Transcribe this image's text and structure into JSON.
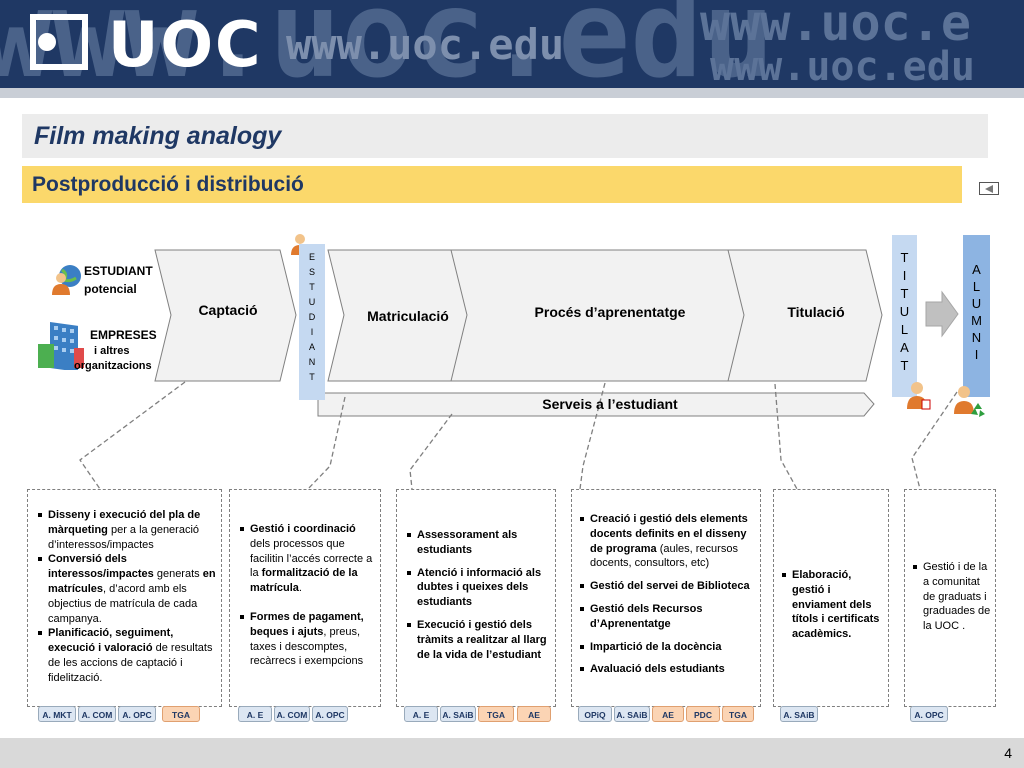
{
  "header": {
    "logo_text": "UOC",
    "logo_url": "www.uoc.edu",
    "bg_url": "www.uoc.e",
    "bg_url2": "www.uoc.edu",
    "bg_word": "www.uoc.edu"
  },
  "title": "Film making analogy",
  "subtitle": "Postproducció i distribució",
  "left_labels": {
    "estudiant_1": "ESTUDIANT",
    "estudiant_2": "potencial",
    "empreses_1": "EMPRESES",
    "empreses_2": "i altres",
    "empreses_3": "organitzacions"
  },
  "stages": {
    "captacio": "Captació",
    "matriculacio": "Matriculació",
    "proces": "Procés d’aprenentatge",
    "titulacio": "Titulació",
    "serveis": "Serveis a l’estudiant"
  },
  "vertical_labels": {
    "estudiant": [
      "E",
      "S",
      "T",
      "U",
      "D",
      "I",
      "A",
      "N",
      "T"
    ],
    "titulat": [
      "T",
      "I",
      "T",
      "U",
      "L",
      "A",
      "T"
    ],
    "alumni": [
      "A",
      "L",
      "U",
      "M",
      "N",
      "I"
    ]
  },
  "boxes": [
    {
      "items": [
        [
          {
            "t": "Disseny i execució del pla de màrqueting",
            "b": true
          },
          {
            "t": " per a la generació d’interessos/impactes",
            "b": false
          }
        ],
        [
          {
            "t": "Conversió dels interessos/impactes",
            "b": true
          },
          {
            "t": " generats ",
            "b": false
          },
          {
            "t": "en matrícules",
            "b": true
          },
          {
            "t": ", d’acord amb els objectius de matrícula de cada campanya.",
            "b": false
          }
        ],
        [
          {
            "t": "Planificació, seguiment, execució  i valoració",
            "b": true
          },
          {
            "t": " de resultats de les accions de captació i fidelització.",
            "b": false
          }
        ]
      ],
      "tags": [
        {
          "label": "A. MKT",
          "kind": "blue"
        },
        {
          "label": "A. COM",
          "kind": "blue"
        },
        {
          "label": "A. OPC",
          "kind": "blue"
        },
        {
          "label": "TGA",
          "kind": "orange"
        }
      ]
    },
    {
      "items": [
        [
          {
            "t": "Gestió i coordinació",
            "b": true
          },
          {
            "t": " dels processos que facilitin l’accés correcte a la ",
            "b": false
          },
          {
            "t": "formalització de la matrícula",
            "b": true
          },
          {
            "t": ".",
            "b": false
          }
        ],
        [
          {
            "t": "Formes de pagament, beques i ajuts",
            "b": true
          },
          {
            "t": ", preus, taxes i descomptes, recàrrecs i exempcions",
            "b": false
          }
        ]
      ],
      "tags": [
        {
          "label": "A. E",
          "kind": "blue"
        },
        {
          "label": "A. COM",
          "kind": "blue"
        },
        {
          "label": "A. OPC",
          "kind": "blue"
        }
      ]
    },
    {
      "items": [
        [
          {
            "t": "Assessorament als estudiants",
            "b": true
          }
        ],
        [
          {
            "t": "Atenció i informació als dubtes i queixes dels estudiants",
            "b": true
          }
        ],
        [
          {
            "t": "Execució i gestió dels tràmits a realitzar al llarg de la vida de l’estudiant",
            "b": true
          }
        ]
      ],
      "tags": [
        {
          "label": "A. E",
          "kind": "blue"
        },
        {
          "label": "A. SAiB",
          "kind": "blue"
        },
        {
          "label": "TGA",
          "kind": "orange"
        },
        {
          "label": "AE",
          "kind": "orange"
        }
      ]
    },
    {
      "items": [
        [
          {
            "t": "Creació i gestió dels elements docents definits en el disseny de programa",
            "b": true
          },
          {
            "t": " (aules, recursos docents, consultors, etc)",
            "b": false
          }
        ],
        [
          {
            "t": "Gestió del servei de Biblioteca",
            "b": true
          }
        ],
        [
          {
            "t": "Gestió dels Recursos d’Aprenentatge",
            "b": true
          }
        ],
        [
          {
            "t": "Impartició de la docència",
            "b": true
          }
        ],
        [
          {
            "t": "Avaluació dels estudiants",
            "b": true
          }
        ]
      ],
      "tags": [
        {
          "label": "OPiQ",
          "kind": "blue"
        },
        {
          "label": "A. SAiB",
          "kind": "blue"
        },
        {
          "label": "AE",
          "kind": "orange"
        },
        {
          "label": "PDC",
          "kind": "orange"
        },
        {
          "label": "TGA",
          "kind": "orange"
        }
      ]
    },
    {
      "items": [
        [
          {
            "t": "Elaboració, gestió i enviament dels títols i certificats acadèmics.",
            "b": true
          }
        ]
      ],
      "tags": [
        {
          "label": "A. SAiB",
          "kind": "blue"
        }
      ]
    },
    {
      "items": [
        [
          {
            "t": "Gestió i de la a comunitat de graduats i graduades de la UOC .",
            "b": false
          }
        ]
      ],
      "tags": [
        {
          "label": "A. OPC",
          "kind": "blue"
        }
      ]
    }
  ],
  "page_number": "4",
  "colors": {
    "banner": "#1f3864",
    "subbar": "#fbd86b",
    "chevron_fill": "#f2f2f2",
    "tag_blue": "#dce6f2",
    "tag_orange": "#fbd4b4"
  },
  "icons": [
    "globe-person-icon",
    "buildings-icon",
    "person-icon",
    "recycle-icon",
    "back-icon",
    "arrow-right-icon"
  ]
}
